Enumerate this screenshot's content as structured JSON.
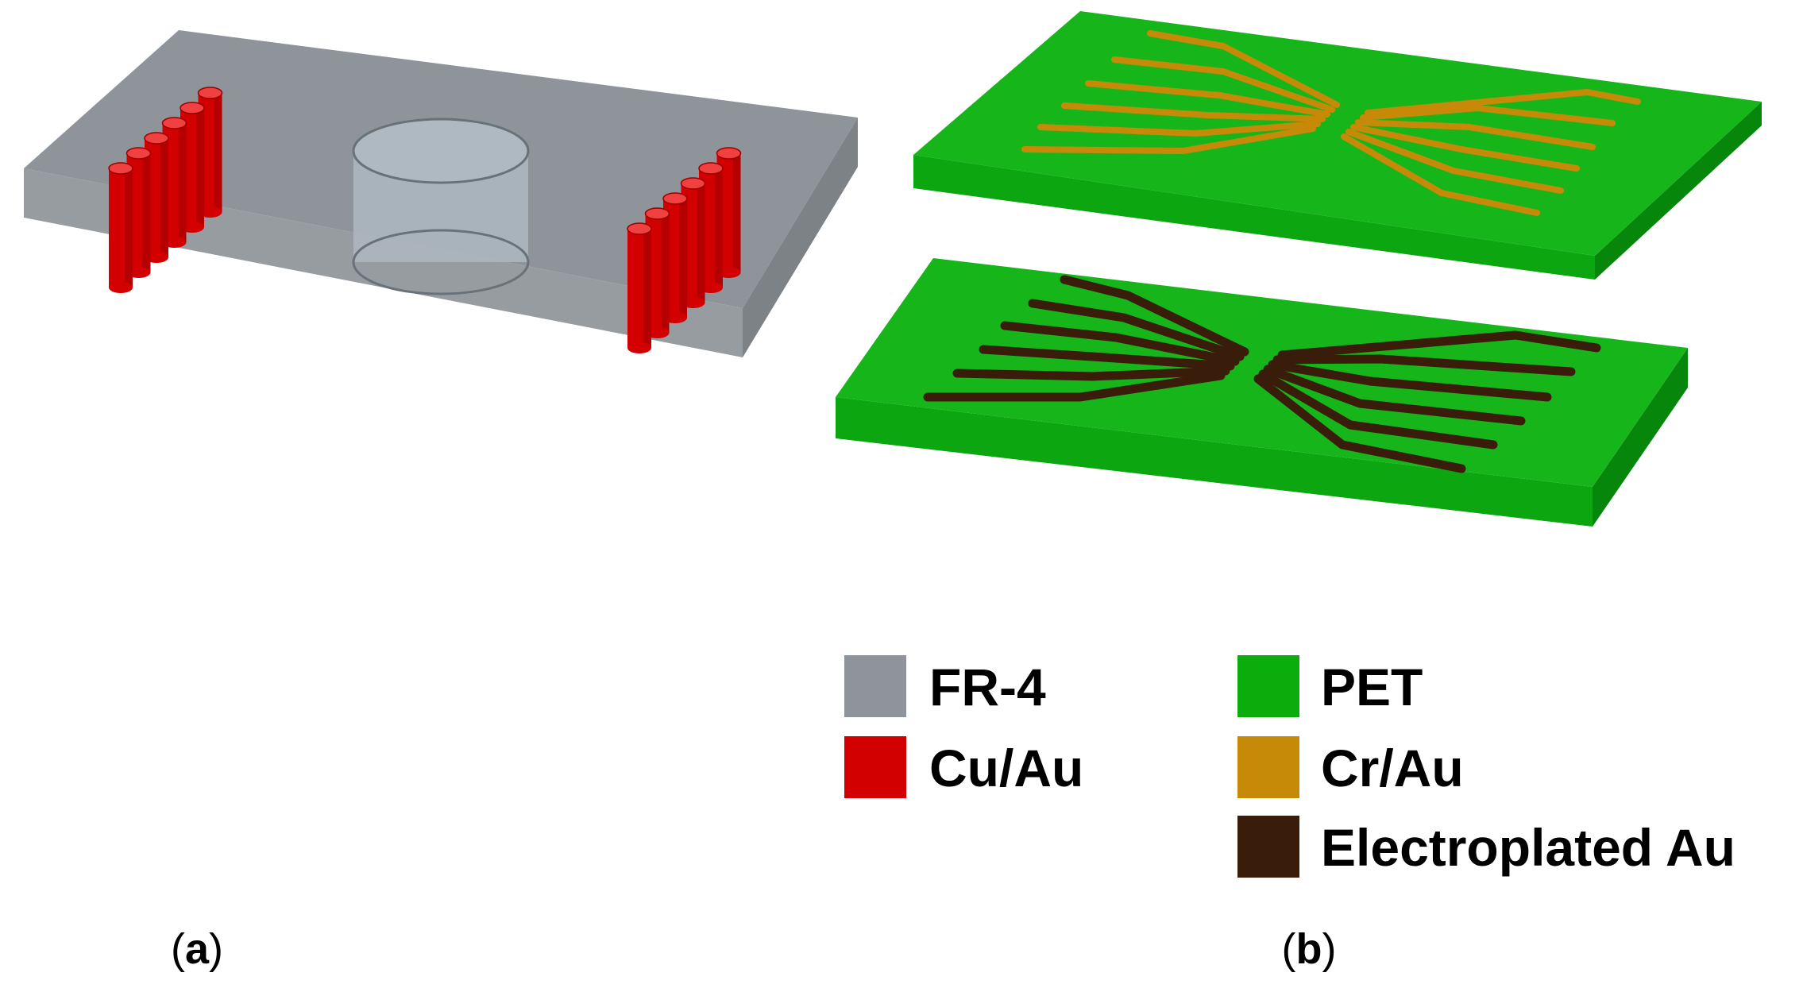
{
  "colors": {
    "fr4_top": "#8e949a",
    "fr4_front": "#979ca1",
    "fr4_side": "#7d8287",
    "cu_au": "#d20000",
    "cu_au_dark": "#9a0000",
    "cu_au_light": "#f04040",
    "pet_top": "#16b61a",
    "pet_front": "#0ca610",
    "pet_side": "#06860a",
    "cr_au": "#c78a08",
    "electroplated_au": "#3a1c0a",
    "hole_fill": "#aeb9c1",
    "hole_stroke": "#6a7279"
  },
  "legend": [
    {
      "label": "FR-4",
      "color": "#8e949a"
    },
    {
      "label": "Cu/Au",
      "color": "#d20000"
    },
    {
      "label": "PET",
      "color": "#0aad0c"
    },
    {
      "label": "Cr/Au",
      "color": "#c78a08"
    },
    {
      "label": "Electroplated Au",
      "color": "#3a1c0a"
    }
  ],
  "panels": [
    {
      "open": "(",
      "letter": "a",
      "close": ")"
    },
    {
      "open": "(",
      "letter": "b",
      "close": ")"
    }
  ]
}
